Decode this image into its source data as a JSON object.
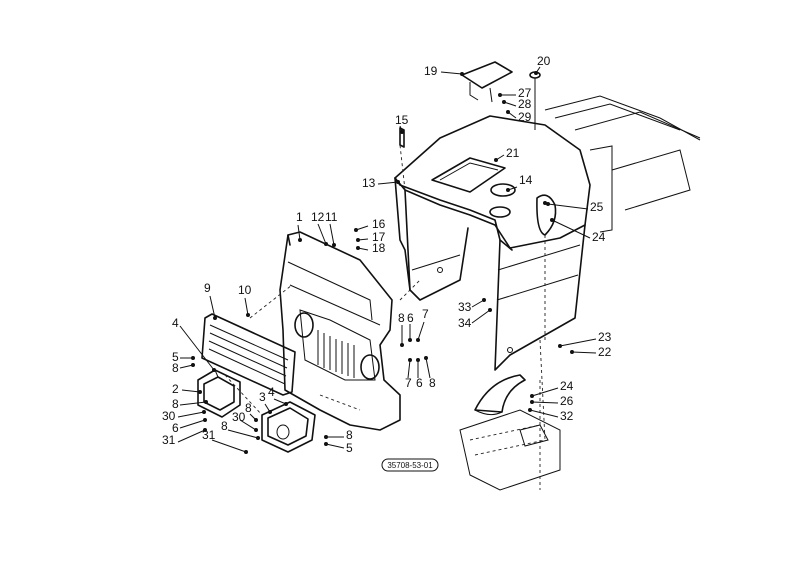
{
  "reference_code": "35708-53-01",
  "callouts": [
    {
      "id": "c1",
      "text": "1"
    },
    {
      "id": "c2",
      "text": "2"
    },
    {
      "id": "c3",
      "text": "3"
    },
    {
      "id": "c4a",
      "text": "4"
    },
    {
      "id": "c4b",
      "text": "4"
    },
    {
      "id": "c5a",
      "text": "5"
    },
    {
      "id": "c5b",
      "text": "5"
    },
    {
      "id": "c6a",
      "text": "6"
    },
    {
      "id": "c6b",
      "text": "6"
    },
    {
      "id": "c6c",
      "text": "6"
    },
    {
      "id": "c7a",
      "text": "7"
    },
    {
      "id": "c7b",
      "text": "7"
    },
    {
      "id": "c8a",
      "text": "8"
    },
    {
      "id": "c8b",
      "text": "8"
    },
    {
      "id": "c8c",
      "text": "8"
    },
    {
      "id": "c8d",
      "text": "8"
    },
    {
      "id": "c8e",
      "text": "8"
    },
    {
      "id": "c8f",
      "text": "8"
    },
    {
      "id": "c8g",
      "text": "8"
    },
    {
      "id": "c9",
      "text": "9"
    },
    {
      "id": "c10",
      "text": "10"
    },
    {
      "id": "c11",
      "text": "11"
    },
    {
      "id": "c12",
      "text": "12"
    },
    {
      "id": "c13",
      "text": "13"
    },
    {
      "id": "c14",
      "text": "14"
    },
    {
      "id": "c15",
      "text": "15"
    },
    {
      "id": "c16",
      "text": "16"
    },
    {
      "id": "c17",
      "text": "17"
    },
    {
      "id": "c18",
      "text": "18"
    },
    {
      "id": "c19",
      "text": "19"
    },
    {
      "id": "c20",
      "text": "20"
    },
    {
      "id": "c21",
      "text": "21"
    },
    {
      "id": "c22",
      "text": "22"
    },
    {
      "id": "c23",
      "text": "23"
    },
    {
      "id": "c24a",
      "text": "24"
    },
    {
      "id": "c24b",
      "text": "24"
    },
    {
      "id": "c25",
      "text": "25"
    },
    {
      "id": "c26",
      "text": "26"
    },
    {
      "id": "c27",
      "text": "27"
    },
    {
      "id": "c28",
      "text": "28"
    },
    {
      "id": "c29",
      "text": "29"
    },
    {
      "id": "c30a",
      "text": "30"
    },
    {
      "id": "c30b",
      "text": "30"
    },
    {
      "id": "c31a",
      "text": "31"
    },
    {
      "id": "c31b",
      "text": "31"
    },
    {
      "id": "c32",
      "text": "32"
    },
    {
      "id": "c33",
      "text": "33"
    },
    {
      "id": "c34",
      "text": "34"
    }
  ]
}
